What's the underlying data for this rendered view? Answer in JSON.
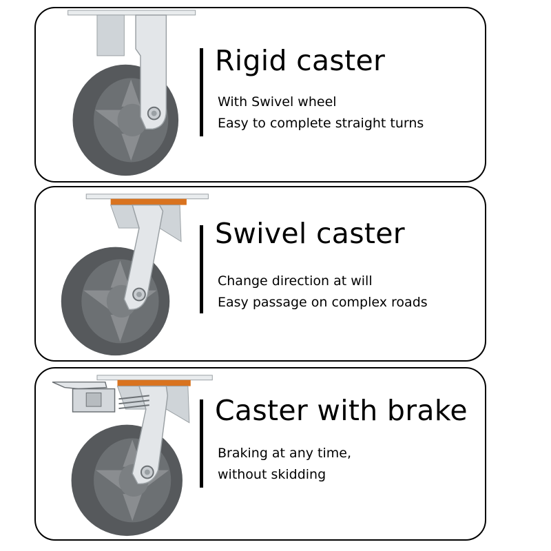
{
  "cards": [
    {
      "title": "Rigid caster",
      "lines": [
        "With Swivel wheel",
        "Easy to complete straight turns"
      ],
      "image_icon": "rigid-caster-wheel-icon"
    },
    {
      "title": "Swivel caster",
      "lines": [
        "Change direction at will",
        "Easy passage on complex roads"
      ],
      "image_icon": "swivel-caster-wheel-icon"
    },
    {
      "title": "Caster with brake",
      "lines": [
        "Braking at any time,",
        "without skidding"
      ],
      "image_icon": "brake-caster-wheel-icon"
    }
  ],
  "colors": {
    "border": "#000000",
    "tire": "#56595c",
    "hub": "#8a8d90",
    "metal": "#dfe3e6",
    "bearing": "#d9731f"
  }
}
